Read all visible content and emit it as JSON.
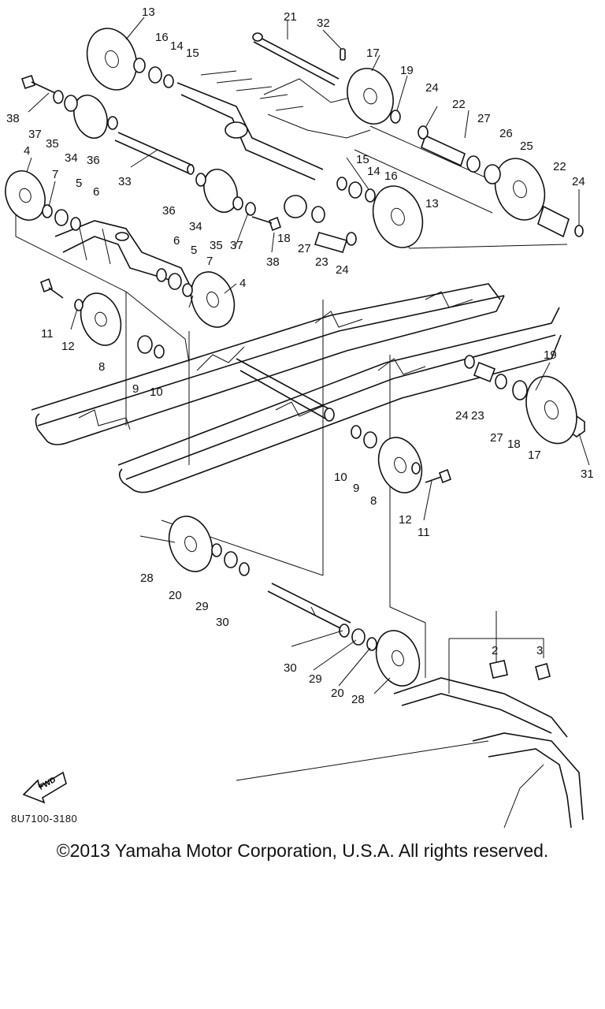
{
  "diagram": {
    "drawing_code": "8U7100-3180",
    "fwd_label": "FWD",
    "copyright": "©2013 Yamaha Motor Corporation, U.S.A. All rights reserved.",
    "labels": [
      "13",
      "16",
      "14",
      "15",
      "21",
      "32",
      "17",
      "19",
      "38",
      "37",
      "35",
      "34",
      "36",
      "24",
      "22",
      "27",
      "26",
      "25",
      "33",
      "4",
      "7",
      "5",
      "6",
      "15",
      "14",
      "16",
      "13",
      "22",
      "24",
      "36",
      "34",
      "35",
      "37",
      "38",
      "18",
      "27",
      "23",
      "24",
      "6",
      "5",
      "7",
      "4",
      "11",
      "12",
      "8",
      "9",
      "10",
      "19",
      "24",
      "23",
      "27",
      "18",
      "17",
      "31",
      "10",
      "9",
      "8",
      "12",
      "11",
      "28",
      "20",
      "29",
      "30",
      "30",
      "29",
      "20",
      "28",
      "2",
      "3"
    ]
  }
}
